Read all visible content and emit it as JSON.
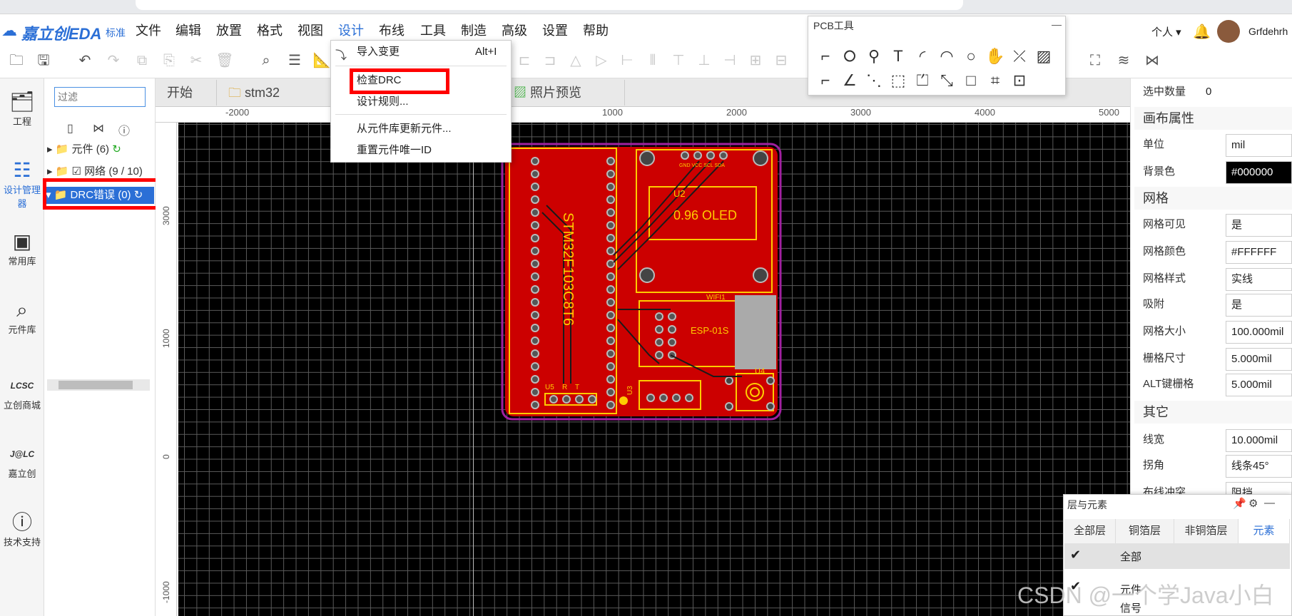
{
  "app": {
    "logo": "嘉立创EDA",
    "edition": "标准"
  },
  "menu": [
    "文件",
    "编辑",
    "放置",
    "格式",
    "视图",
    "设计",
    "布线",
    "工具",
    "制造",
    "高级",
    "设置",
    "帮助"
  ],
  "header_right": {
    "personal": "个人",
    "user": "Grfdehrh"
  },
  "design_menu": {
    "import_changes": "导入变更",
    "import_shortcut": "Alt+I",
    "check_drc": "检查DRC",
    "design_rules": "设计规则...",
    "update_from_library": "从元件库更新元件...",
    "reset_unique_id": "重置元件唯一ID"
  },
  "pcb_tools": {
    "title": "PCB工具",
    "minimize": "—"
  },
  "left_rail": [
    "工程",
    "设计管理器",
    "常用库",
    "元件库",
    "立创商城",
    "嘉立创",
    "技术支持"
  ],
  "left_rail_badges": {
    "lcsc": "LCSC",
    "jlc": "J@LC"
  },
  "design_manager": {
    "filter_placeholder": "过滤",
    "tree": [
      "元件 (6)",
      "网络 (9 / 10)",
      "DRC错误 (0)"
    ]
  },
  "tabs": [
    "开始",
    "stm32",
    "照片预览"
  ],
  "ruler_top": [
    "-2000",
    "1000",
    "2000",
    "3000",
    "4000",
    "5000"
  ],
  "ruler_left": [
    "3000",
    "1000",
    "0",
    "-1000"
  ],
  "pcb_labels": {
    "u2": "U2",
    "oled_pins": "GND VCC SCL SDA",
    "oled": "0.96  OLED",
    "mcu": "STM32F103C8T6",
    "wifi_ref": "WIFI1",
    "wifi": "ESP-01S",
    "u5": "U5",
    "r": "R",
    "t": "T",
    "u3": "U3",
    "u4": "U4"
  },
  "properties": {
    "selected_count_label": "选中数量",
    "selected_count": "0",
    "canvas_section": "画布属性",
    "unit_label": "单位",
    "unit": "mil",
    "bg_label": "背景色",
    "bg": "#000000",
    "grid_section": "网格",
    "grid_visible_label": "网格可见",
    "grid_visible": "是",
    "grid_color_label": "网格颜色",
    "grid_color": "#FFFFFF",
    "grid_style_label": "网格样式",
    "grid_style": "实线",
    "snap_label": "吸附",
    "snap": "是",
    "grid_size_label": "网格大小",
    "grid_size": "100.000mil",
    "snap_size_label": "栅格尺寸",
    "snap_size": "5.000mil",
    "alt_snap_label": "ALT键栅格",
    "alt_snap": "5.000mil",
    "other_section": "其它",
    "line_width_label": "线宽",
    "line_width": "10.000mil",
    "corner_label": "拐角",
    "corner": "线条45°",
    "conflict_label": "布线冲突",
    "conflict": "阻挡"
  },
  "layers_panel": {
    "title": "层与元素",
    "tabs": [
      "全部层",
      "铜箔层",
      "非铜箔层",
      "元素"
    ],
    "all": "全部",
    "components": "元件",
    "more": "信号"
  },
  "watermark": "CSDN @一个学Java小白",
  "colors": {
    "accent": "#2b6fd6",
    "highlight": "#ff0000",
    "board": "#cc0000",
    "silk": "#ffcc00"
  }
}
